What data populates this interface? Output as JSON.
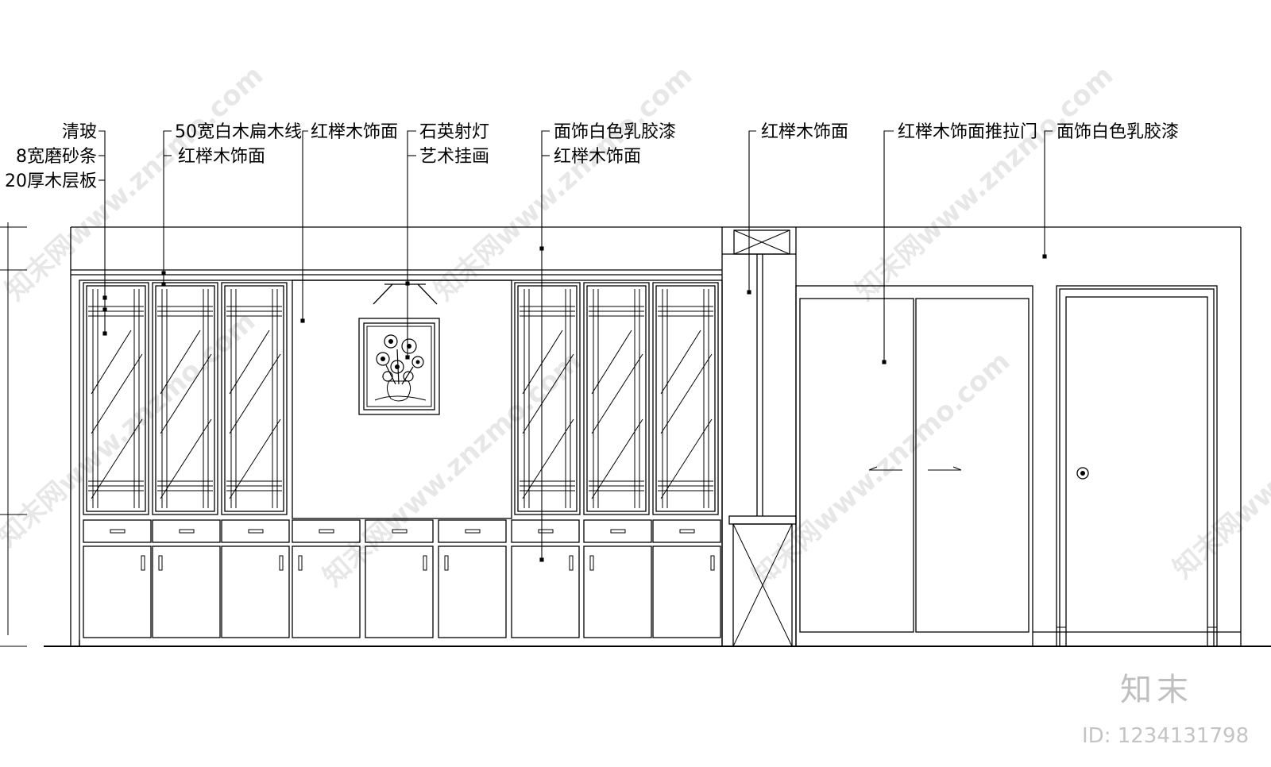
{
  "labels": {
    "glass": "清玻",
    "frosted_strip": "8宽磨砂条",
    "shelf_board": "20厚木层板",
    "wood_line": "50宽白木扁木线",
    "beech_left_cabinet": "红榉木饰面",
    "beech_center": "红榉木饰面",
    "spotlight": "石英射灯",
    "art_painting": "艺术挂画",
    "latex_paint_center": "面饰白色乳胶漆",
    "beech_right_cabinet": "红榉木饰面",
    "beech_column": "红榉木饰面",
    "sliding_door": "红榉木饰面推拉门",
    "latex_paint_right": "面饰白色乳胶漆"
  },
  "watermark": {
    "text": "知末网www.znzmo.com",
    "brand": "知末",
    "id_text": "ID: 1234131798"
  }
}
